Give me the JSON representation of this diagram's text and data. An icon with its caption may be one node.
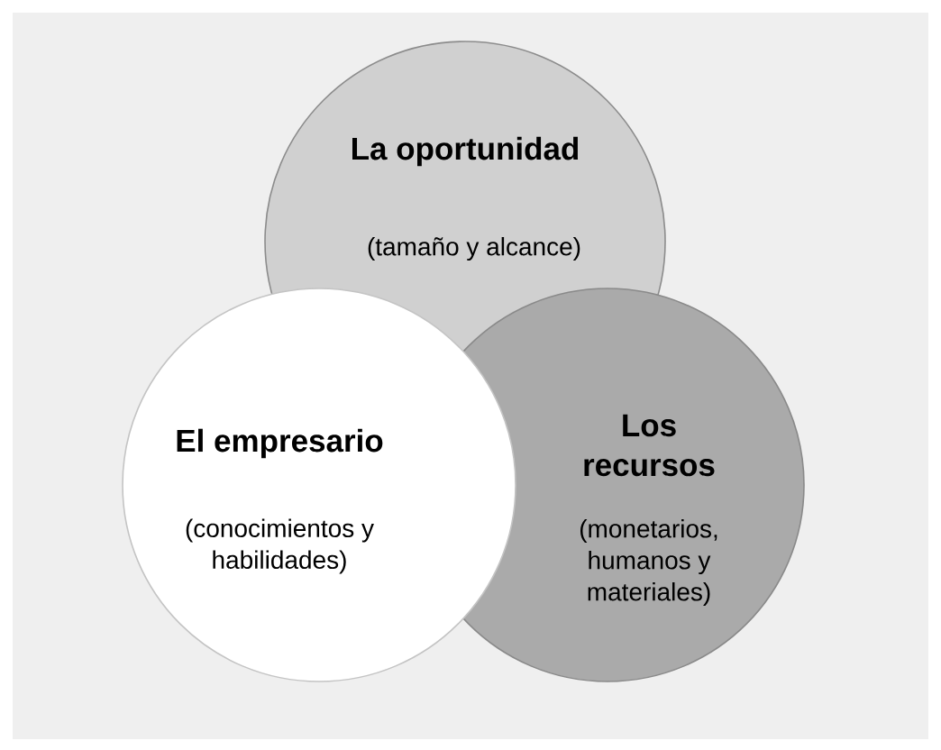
{
  "diagram": {
    "nodes": [
      {
        "text": [
          "La oportunidad",
          "(tamaño y alcance)"
        ]
      },
      {
        "text": [
          "El empresario",
          "(conocimientos y habilidades)"
        ]
      },
      {
        "text": [
          "Los recursos",
          "(monetarios, humanos y materiales)"
        ]
      }
    ]
  }
}
